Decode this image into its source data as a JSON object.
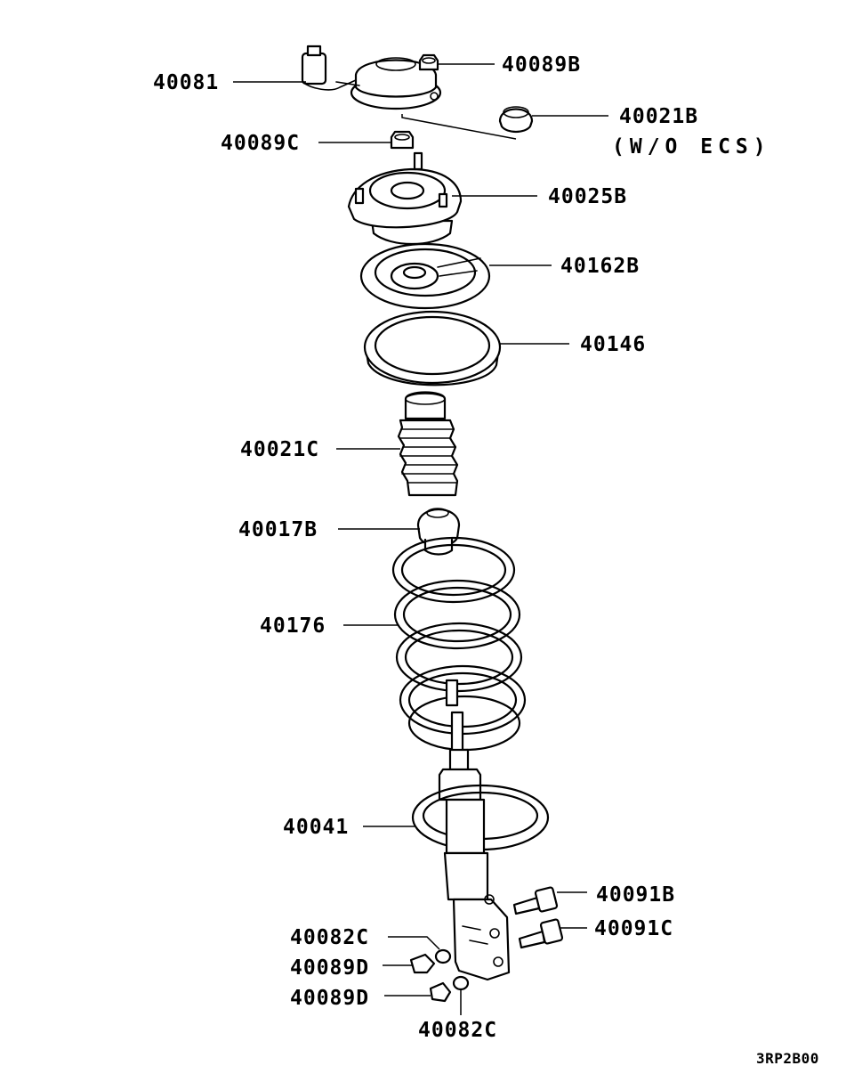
{
  "diagram": {
    "code": "3RP2B00",
    "labels": {
      "p40081": "40081",
      "p40089B": "40089B",
      "p40021B": "40021B",
      "p40021B_note": "(W/O ECS)",
      "p40089C": "40089C",
      "p40025B": "40025B",
      "p40162B": "40162B",
      "p40146": "40146",
      "p40021C": "40021C",
      "p40017B": "40017B",
      "p40176": "40176",
      "p40041": "40041",
      "p40091B": "40091B",
      "p40091C": "40091C",
      "p40082C_a": "40082C",
      "p40089D_a": "40089D",
      "p40089D_b": "40089D",
      "p40082C_b": "40082C"
    }
  }
}
